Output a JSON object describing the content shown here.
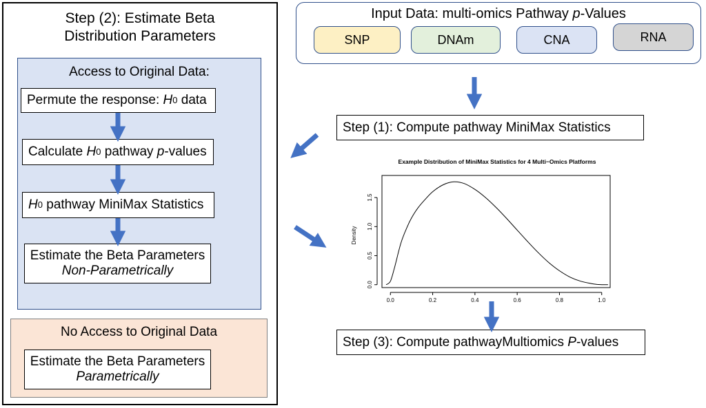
{
  "step2": {
    "title_line1": "Step (2): Estimate Beta",
    "title_line2": "Distribution Parameters",
    "access": {
      "title": "Access to Original Data:",
      "permute_prefix": "Permute the response: ",
      "h_letter": "H",
      "h_sub": "0",
      "permute_suffix": " data",
      "calc_prefix": "Calculate ",
      "calc_middle": " pathway ",
      "p_italic": "p",
      "calc_suffix": "-values",
      "minimax_suffix": " pathway MiniMax Statistics",
      "estimate_line1": "Estimate the Beta Parameters",
      "estimate_line2": "Non-Parametrically"
    },
    "no_access": {
      "title": "No Access to Original Data",
      "estimate_line1": "Estimate the Beta Parameters",
      "estimate_line2": "Parametrically"
    }
  },
  "input": {
    "title_prefix": "Input Data: multi-omics Pathway ",
    "title_italic": "p",
    "title_suffix": "-Values",
    "platforms": [
      {
        "label": "SNP",
        "color": "#fdf0c4"
      },
      {
        "label": "DNAm",
        "color": "#e3f0dc"
      },
      {
        "label": "CNA",
        "color": "#dbe3f4"
      },
      {
        "label": "RNA",
        "color": "#d5d5d5"
      }
    ]
  },
  "step1": {
    "label": "Step (1): Compute pathway MiniMax Statistics"
  },
  "step3": {
    "label_prefix": "Step (3): Compute pathwayMultiomics ",
    "label_italic": "P",
    "label_suffix": "-values"
  },
  "colors": {
    "arrow": "#4472c4",
    "access_fill": "#dae3f3",
    "no_access_fill": "#fbe5d6",
    "input_border": "#2f4f8a"
  },
  "chart_data": {
    "type": "line",
    "title": "Example Distribution of MiniMax Statistics for 4 Multi−Omics Platforms",
    "xlabel": "",
    "ylabel": "Density",
    "xlim": [
      -0.04,
      1.04
    ],
    "ylim": [
      -0.05,
      1.88
    ],
    "xticks": [
      0.0,
      0.2,
      0.4,
      0.6,
      0.8,
      1.0
    ],
    "xtick_labels": [
      "0.0",
      "0.2",
      "0.4",
      "0.6",
      "0.8",
      "1.0"
    ],
    "yticks": [
      0.0,
      0.5,
      1.0,
      1.5
    ],
    "ytick_labels": [
      "0.0",
      "0.5",
      "1.0",
      "1.5"
    ],
    "grid": false,
    "series": [
      {
        "x": [
          -0.02,
          0.0,
          0.02,
          0.05,
          0.08,
          0.1,
          0.13,
          0.16,
          0.2,
          0.25,
          0.3,
          0.35,
          0.4,
          0.45,
          0.5,
          0.55,
          0.6,
          0.65,
          0.7,
          0.75,
          0.8,
          0.85,
          0.9,
          0.95,
          0.98,
          1.0,
          1.03
        ],
        "y": [
          0.0,
          0.06,
          0.3,
          0.72,
          1.0,
          1.15,
          1.32,
          1.45,
          1.6,
          1.72,
          1.77,
          1.74,
          1.64,
          1.5,
          1.33,
          1.14,
          0.94,
          0.74,
          0.55,
          0.38,
          0.24,
          0.13,
          0.06,
          0.02,
          0.005,
          0.0,
          0.0
        ]
      }
    ]
  }
}
